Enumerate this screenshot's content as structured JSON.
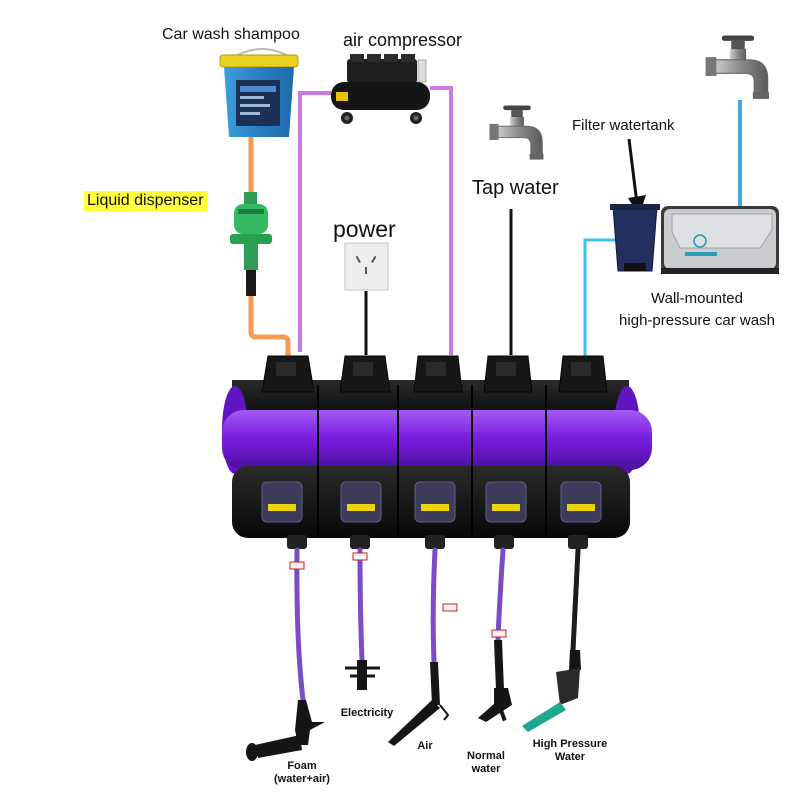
{
  "labels": {
    "shampoo": "Car wash shampoo",
    "compressor": "air compressor",
    "dispenser": "Liquid dispenser",
    "power": "power",
    "tap_water": "Tap water",
    "filter_tank": "Filter watertank",
    "wall_mounted_line1": "Wall-mounted",
    "wall_mounted_line2": "high-pressure car wash"
  },
  "tools": {
    "foam_line1": "Foam",
    "foam_line2": "(water+air)",
    "electricity": "Electricity",
    "air": "Air",
    "normal_line1": "Normal",
    "normal_line2": "water",
    "hp_line1": "High Pressure",
    "hp_line2": "Water"
  },
  "colors": {
    "reel_purple": "#7b1fe0",
    "body_black": "#151515",
    "shampoo_pipe": "#f59a50",
    "air_pipe": "#c77be3",
    "water_pipe": "#40a8e0",
    "highlight": "#ffff3c"
  },
  "icons": [
    "bucket-icon",
    "compressor-icon",
    "dispenser-icon",
    "socket-icon",
    "faucet-icon",
    "water-tank-icon",
    "pressure-washer-icon",
    "hose-reel-icon",
    "spray-gun-icon"
  ]
}
